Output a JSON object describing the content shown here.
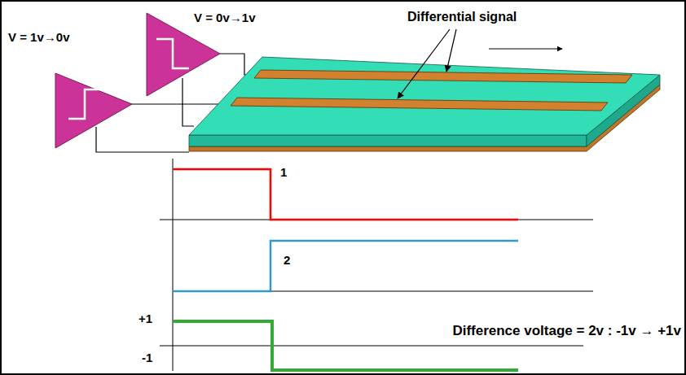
{
  "diagram": {
    "labels": [
      "V = 1v→0v",
      "V = 0v→1v",
      "Differential signal",
      "1",
      "2",
      "+1",
      "-1",
      "Difference voltage = 2v : -1v → +1v"
    ]
  }
}
